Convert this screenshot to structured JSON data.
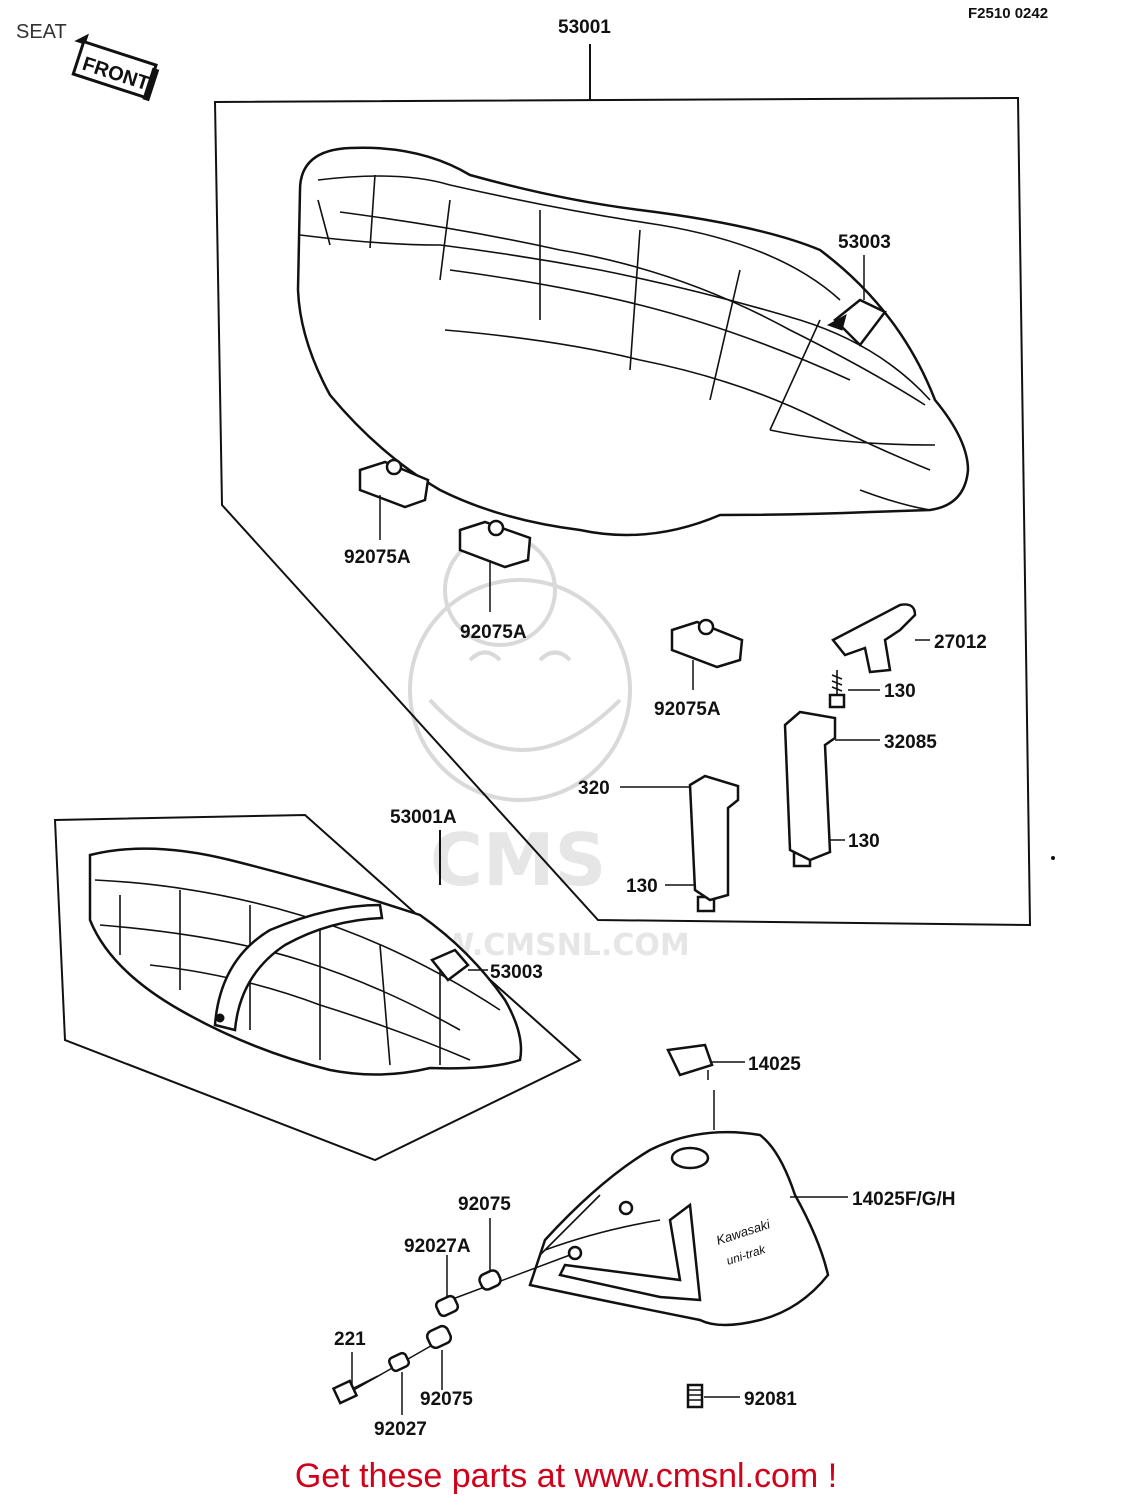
{
  "header": {
    "title": "SEAT",
    "code": "F2510 0242",
    "front_badge": "FRONT"
  },
  "watermark": {
    "logo_text": "CMS",
    "url_text": "WWW.CMSNL.COM"
  },
  "parts": {
    "seat_main": "53001",
    "seat_alt": "53001A",
    "strap_upper": "53003",
    "strap_lower": "53003",
    "damper_1": "92075A",
    "damper_2": "92075A",
    "damper_3": "92075A",
    "hook": "27012",
    "bolt_1": "130",
    "bolt_2": "130",
    "bolt_3": "130",
    "bracket_1": "32085",
    "bracket_2": "320",
    "cap": "14025",
    "cover": "14025F/G/H",
    "cover_brand": "Kawasaki",
    "cover_model": "uni-trak",
    "damper_a": "92075",
    "damper_b": "92075",
    "collar_a": "92027A",
    "collar_b": "92027",
    "bolt_221": "221",
    "nut": "92081"
  },
  "footer": {
    "banner": "Get these parts at www.cmsnl.com !"
  }
}
